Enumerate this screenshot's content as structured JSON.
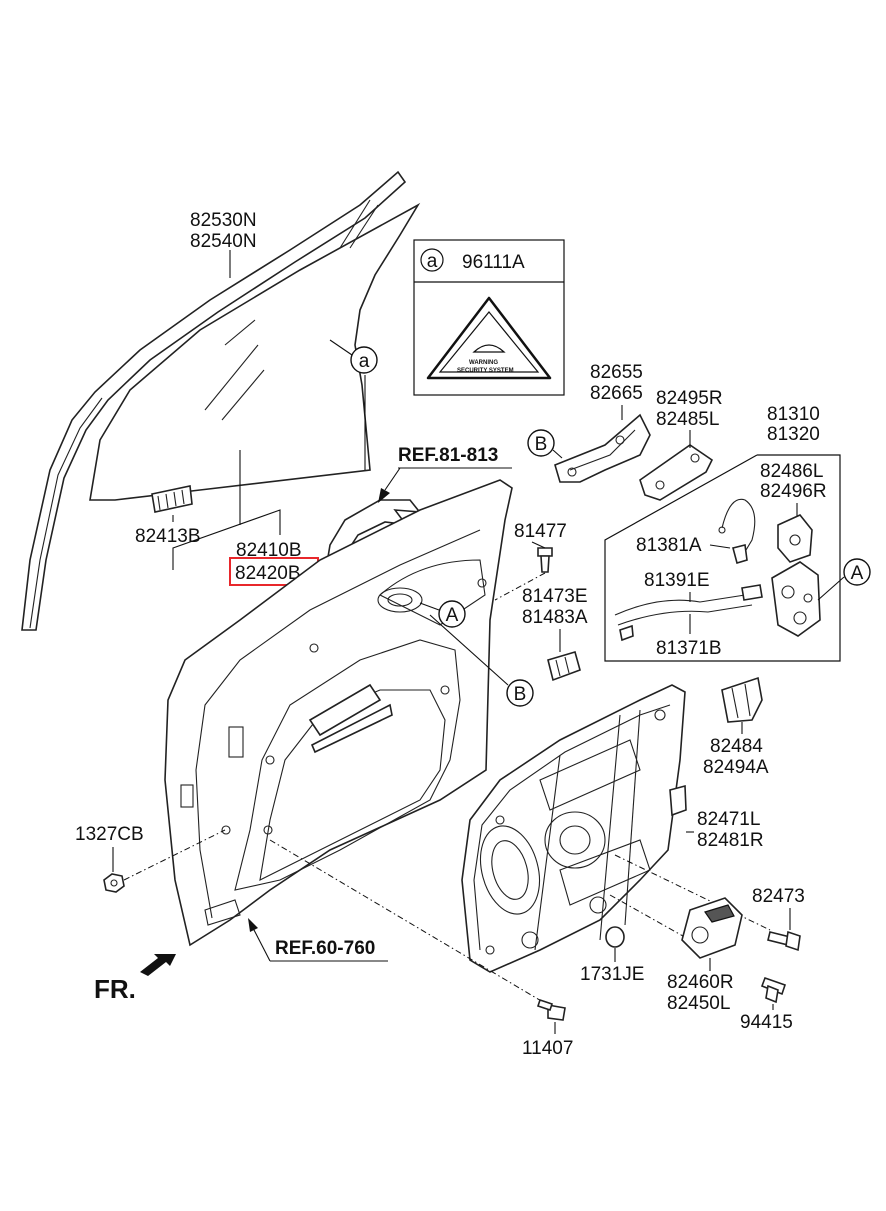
{
  "labels": {
    "glass": [
      "82530N",
      "82540N"
    ],
    "box_a_ref": "a",
    "box_a_part": "96111A",
    "warning_sticker": [
      "WARNING",
      "SECURITY SYSTEM"
    ],
    "glass_callout": "a",
    "ref_handle": "REF.81-813",
    "p82413B": "82413B",
    "p82410B": "82410B",
    "p82420B": "82420B",
    "p82655": [
      "82655",
      "82665"
    ],
    "p82495R": [
      "82495R",
      "82485L"
    ],
    "p81310": [
      "81310",
      "81320"
    ],
    "p82486L": [
      "82486L",
      "82496R"
    ],
    "p81477": "81477",
    "p81381A": "81381A",
    "p81391E": "81391E",
    "p81371B": "81371B",
    "p81473E": [
      "81473E",
      "81483A"
    ],
    "p82484": [
      "82484",
      "82494A"
    ],
    "p1327CB": "1327CB",
    "p82471L": [
      "82471L",
      "82481R"
    ],
    "p82473": "82473",
    "ref_body": "REF.60-760",
    "fr": "FR.",
    "p1731JE": "1731JE",
    "p82460R": [
      "82460R",
      "82450L"
    ],
    "p94415": "94415",
    "p11407": "11407",
    "callout_A": "A",
    "callout_B": "B"
  },
  "highlight": {
    "part": "82420B",
    "color": "#e8272b"
  },
  "colors": {
    "line": "#111111",
    "background": "#ffffff"
  }
}
